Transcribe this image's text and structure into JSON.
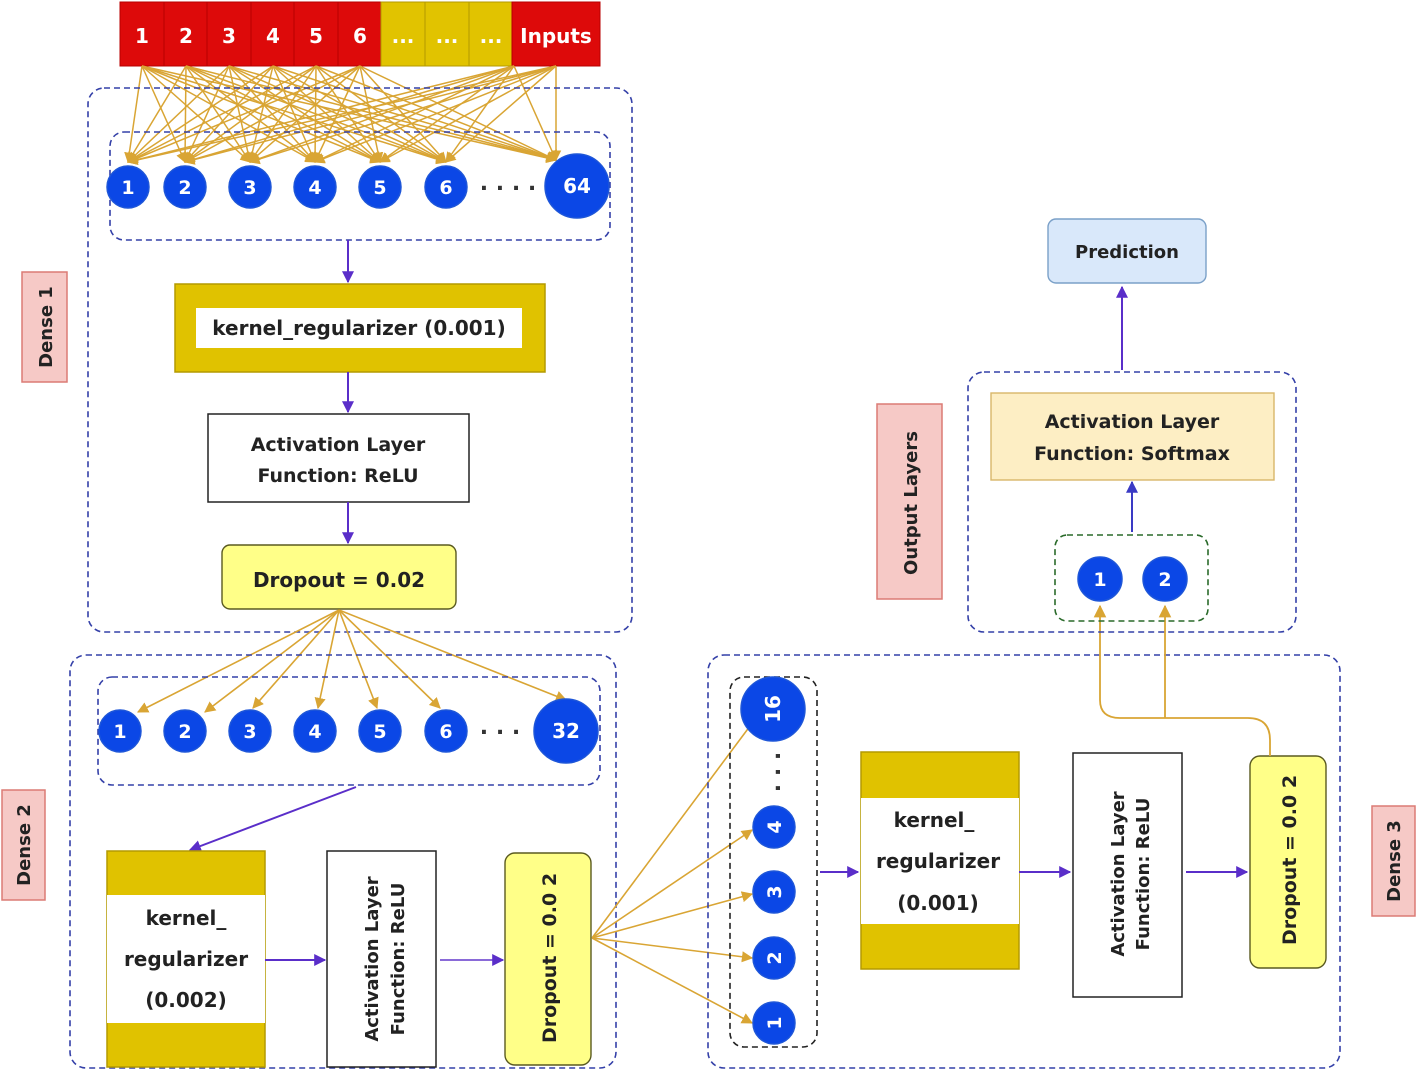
{
  "colors": {
    "input_red": "#dd0a0a",
    "input_yellow": "#e1c300",
    "node_blue": "#0b47e6",
    "node_border": "#1e56d8",
    "group_border": "#3440a8",
    "arrow_gold": "#d9a534",
    "arrow_purple": "#5a2ec9",
    "arrow_blue": "#3a3ac4",
    "regularizer_gold": "#e0c200",
    "dropout_fill": "#ffff88",
    "softmax_fill": "#fdeec4",
    "prediction_fill": "#d9e8fa",
    "tag_fill": "#f6c9c6",
    "tag_border": "#dc7b75"
  },
  "inputs": {
    "cells": [
      "1",
      "2",
      "3",
      "4",
      "5",
      "6",
      "...",
      "...",
      "..."
    ],
    "label": "Inputs"
  },
  "dense1": {
    "tag": "Dense 1",
    "nodes": [
      "1",
      "2",
      "3",
      "4",
      "5",
      "6"
    ],
    "ellipsis": ". . . .",
    "last_node": "64",
    "regularizer": "kernel_regularizer (0.001)",
    "activation_line1": "Activation Layer",
    "activation_line2": "Function: ReLU",
    "dropout": "Dropout = 0.02"
  },
  "dense2": {
    "tag": "Dense 2",
    "nodes": [
      "1",
      "2",
      "3",
      "4",
      "5",
      "6"
    ],
    "ellipsis": ". . .",
    "last_node": "32",
    "regularizer_line1": "kernel_",
    "regularizer_line2": "regularizer",
    "regularizer_line3": "(0.002)",
    "activation_line1": "Activation Layer",
    "activation_line2": "Function: ReLU",
    "dropout": "Dropout = 0.0 2"
  },
  "dense3": {
    "tag": "Dense 3",
    "nodes": [
      "1",
      "2",
      "3",
      "4"
    ],
    "ellipsis": ". . .",
    "last_node": "16",
    "regularizer_line1": "kernel_",
    "regularizer_line2": "regularizer",
    "regularizer_line3": "(0.001)",
    "activation_line1": "Activation Layer",
    "activation_line2": "Function: ReLU",
    "dropout": "Dropout = 0.0 2"
  },
  "output": {
    "tag": "Output Layers",
    "nodes": [
      "1",
      "2"
    ],
    "activation_line1": "Activation Layer",
    "activation_line2": "Function: Softmax",
    "prediction": "Prediction"
  }
}
